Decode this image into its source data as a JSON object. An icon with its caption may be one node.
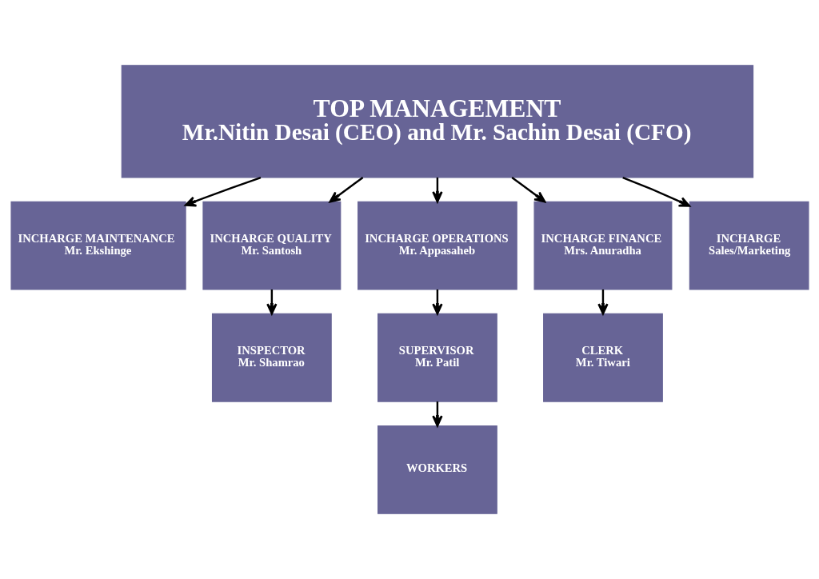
{
  "diagram": {
    "nodes": [
      {
        "text": [
          "TOP MANAGEMENT",
          "Mr.Nitin Desai (CEO) and Mr. Sachin Desai (CFO)"
        ]
      },
      {
        "text": [
          "INCHARGE MAINTENANCE",
          "Mr. Ekshinge"
        ]
      },
      {
        "text": [
          "INCHARGE QUALITY",
          "Mr. Santosh"
        ]
      },
      {
        "text": [
          "INCHARGE OPERATIONS",
          "Mr. Appasaheb"
        ]
      },
      {
        "text": [
          "INCHARGE FINANCE",
          "Mrs. Anuradha"
        ]
      },
      {
        "text": [
          "INCHARGE",
          "Sales/Marketing"
        ]
      },
      {
        "text": [
          "INSPECTOR",
          "Mr. Shamrao"
        ]
      },
      {
        "text": [
          "SUPERVISOR",
          "Mr. Patil"
        ]
      },
      {
        "text": [
          "CLERK",
          "Mr. Tiwari"
        ]
      },
      {
        "text": [
          "WORKERS"
        ]
      }
    ],
    "edges": [
      {
        "from": 0,
        "to": 1,
        "arrow": "to"
      },
      {
        "from": 0,
        "to": 2,
        "arrow": "to"
      },
      {
        "from": 0,
        "to": 3,
        "arrow": "to"
      },
      {
        "from": 0,
        "to": 4,
        "arrow": "to"
      },
      {
        "from": 0,
        "to": 5,
        "arrow": "to"
      },
      {
        "from": 2,
        "to": 6,
        "arrow": "to"
      },
      {
        "from": 3,
        "to": 7,
        "arrow": "to"
      },
      {
        "from": 4,
        "to": 8,
        "arrow": "to"
      },
      {
        "from": 7,
        "to": 9,
        "arrow": "to"
      }
    ]
  }
}
